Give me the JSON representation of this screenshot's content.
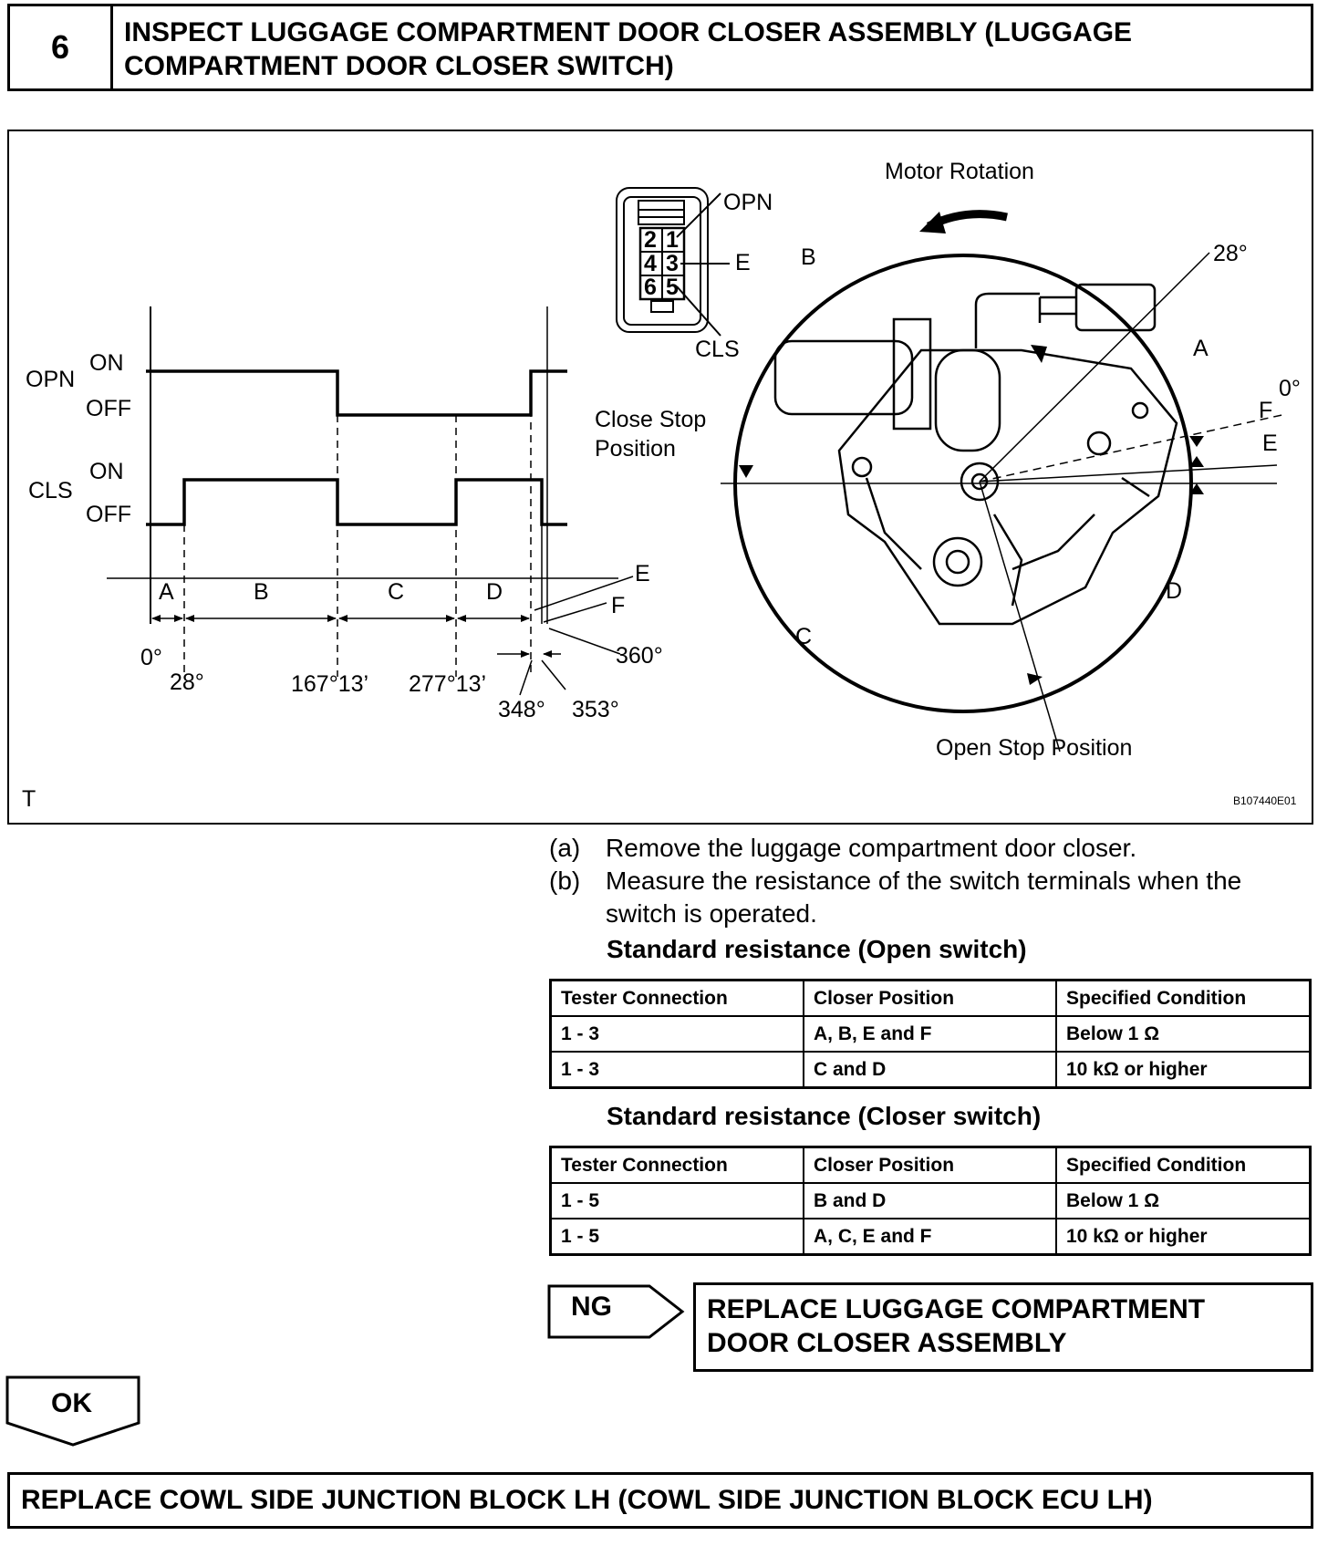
{
  "step": {
    "number": "6",
    "title_line1": "INSPECT LUGGAGE COMPARTMENT DOOR CLOSER ASSEMBLY (LUGGAGE",
    "title_line2": "COMPARTMENT DOOR CLOSER SWITCH)"
  },
  "figure": {
    "timing": {
      "opn_label": "OPN",
      "cls_label": "CLS",
      "on_label": "ON",
      "off_label": "OFF",
      "zones": [
        "A",
        "B",
        "C",
        "D"
      ],
      "e_label": "E",
      "f_label": "F",
      "angles": {
        "a0": "0°",
        "a28": "28°",
        "a167": "167°13’",
        "a277": "277°13’",
        "a348": "348°",
        "a353": "353°",
        "a360": "360°"
      }
    },
    "connector": {
      "pins": [
        "2",
        "1",
        "4",
        "3",
        "6",
        "5"
      ],
      "opn_label": "OPN",
      "e_label": "E",
      "cls_label": "CLS"
    },
    "rotation": {
      "motor_rotation": "Motor Rotation",
      "close_stop_line1": "Close Stop",
      "close_stop_line2": "Position",
      "open_stop": "Open Stop Position",
      "angle_28": "28°",
      "angle_0": "0°",
      "labels": {
        "A": "A",
        "B": "B",
        "C": "C",
        "D": "D",
        "E": "E",
        "F": "F"
      }
    },
    "corner_mark": "T",
    "figure_code": "B107440E01"
  },
  "instructions": [
    {
      "label": "(a)",
      "text": "Remove the luggage compartment door closer."
    },
    {
      "label": "(b)",
      "text": "Measure the resistance of the switch terminals when the",
      "text2": "switch is operated."
    }
  ],
  "open_switch": {
    "title": "Standard resistance (Open switch)",
    "headers": [
      "Tester Connection",
      "Closer Position",
      "Specified Condition"
    ],
    "rows": [
      [
        "1 - 3",
        "A, B, E and F",
        "Below 1 Ω"
      ],
      [
        "1 - 3",
        "C and D",
        "10 kΩ or higher"
      ]
    ]
  },
  "closer_switch": {
    "title": "Standard resistance (Closer switch)",
    "headers": [
      "Tester Connection",
      "Closer Position",
      "Specified Condition"
    ],
    "rows": [
      [
        "1 - 5",
        "B and D",
        "Below 1 Ω"
      ],
      [
        "1 - 5",
        "A, C, E and F",
        "10 kΩ or higher"
      ]
    ]
  },
  "ng": {
    "label": "NG",
    "result_line1": "REPLACE LUGGAGE COMPARTMENT",
    "result_line2": "DOOR CLOSER ASSEMBLY"
  },
  "ok": {
    "label": "OK",
    "result": "REPLACE COWL SIDE JUNCTION BLOCK LH (COWL SIDE JUNCTION BLOCK ECU LH)"
  }
}
